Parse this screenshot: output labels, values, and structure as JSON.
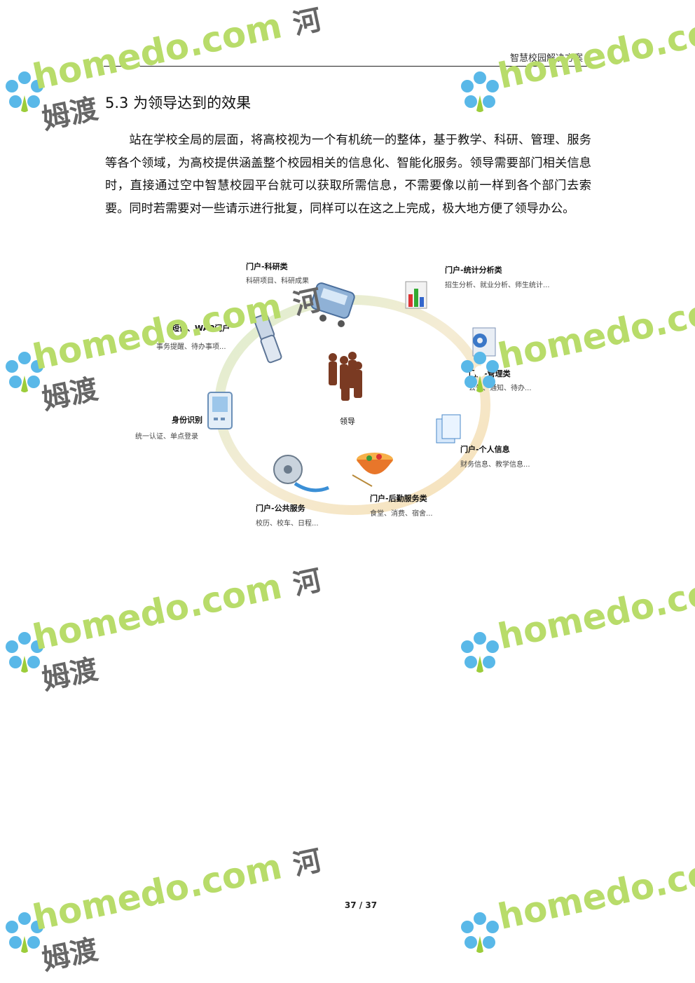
{
  "header": {
    "title": "智慧校园解决方案"
  },
  "section": {
    "title": "5.3 为领导达到的效果"
  },
  "paragraph": "站在学校全局的层面，将高校视为一个有机统一的整体，基于教学、科研、管理、服务等各个领域，为高校提供涵盖整个校园相关的信息化、智能化服务。领导需要部门相关信息时，直接通过空中智慧校园平台就可以获取所需信息，不需要像以前一样到各个部门去索要。同时若需要对一些请示进行批复，同样可以在这之上完成，极大地方便了领导办公。",
  "diagram": {
    "center": "领导",
    "nodes": [
      {
        "title": "门户-科研类",
        "desc": "科研项目、科研成果",
        "icon": "bus-icon"
      },
      {
        "title": "门户-统计分析类",
        "desc": "招生分析、就业分析、师生统计...",
        "icon": "bar-chart-icon"
      },
      {
        "title": "门户-管理类",
        "desc": "公告、通知、待办...",
        "icon": "gear-document-icon"
      },
      {
        "title": "门户-个人信息",
        "desc": "财务信息、教学信息...",
        "icon": "documents-icon"
      },
      {
        "title": "门户-后勤服务类",
        "desc": "食堂、消费、宿舍...",
        "icon": "food-bowl-icon"
      },
      {
        "title": "门户-公共服务",
        "desc": "校历、校车、日程...",
        "icon": "film-reel-icon"
      },
      {
        "title": "身份识别",
        "desc": "统一认证、单点登录",
        "icon": "id-terminal-icon"
      },
      {
        "title": "短信、WAP门户",
        "desc": "事务提醒、待办事项...",
        "icon": "mobile-phone-icon"
      }
    ]
  },
  "watermark": {
    "text": "homedo.com",
    "cn": "河姆渡"
  },
  "footer": {
    "page": "37 / 37"
  }
}
